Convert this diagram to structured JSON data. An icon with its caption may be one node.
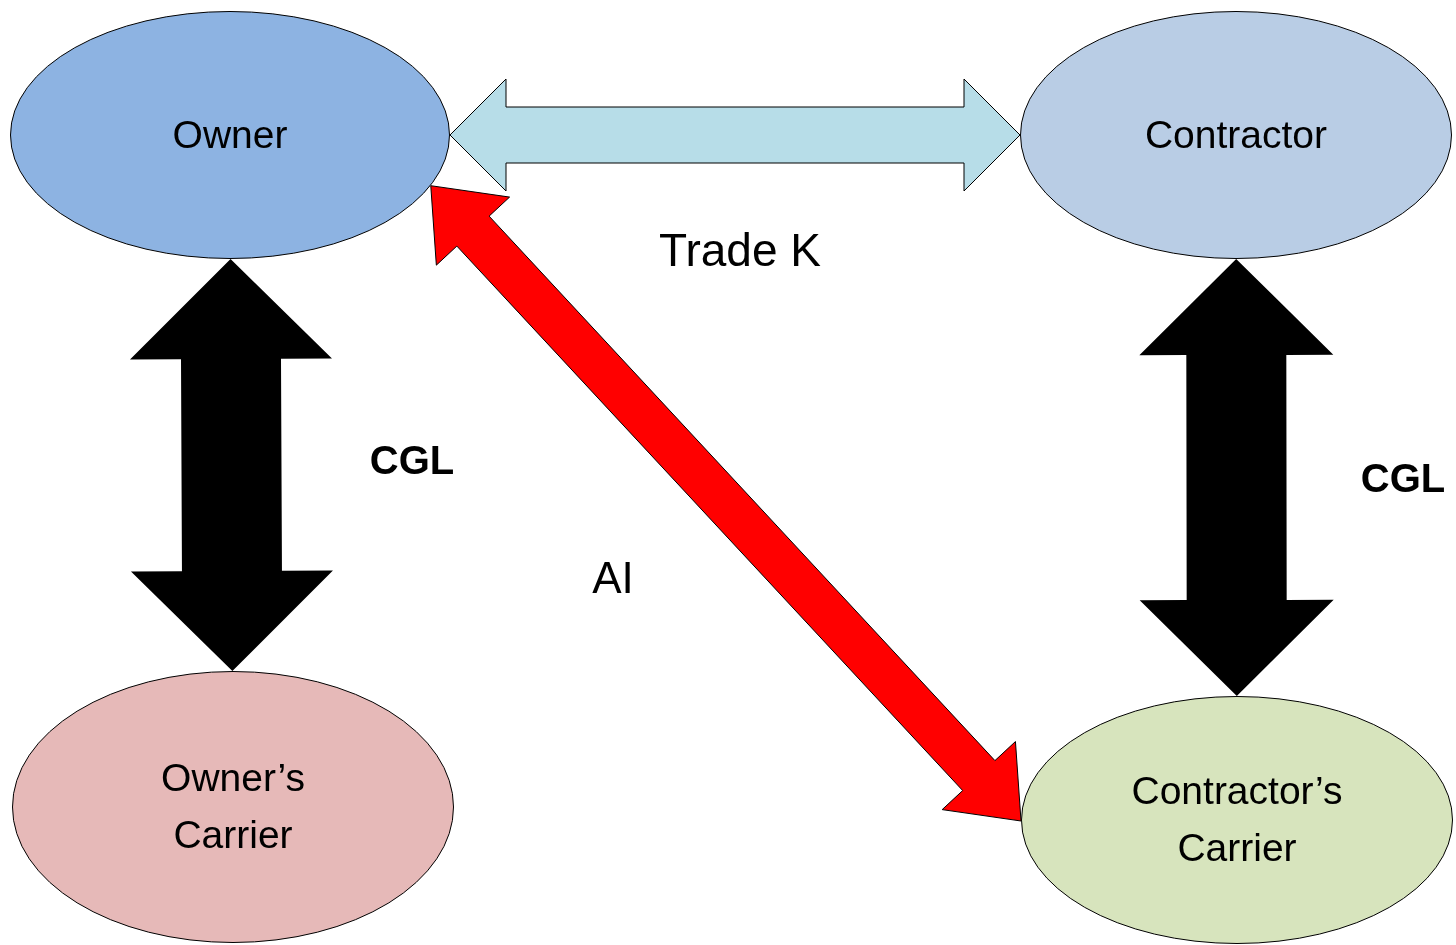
{
  "diagram": {
    "nodes": [
      {
        "text": [
          "Owner"
        ]
      },
      {
        "text": [
          "Contractor"
        ]
      },
      {
        "text": [
          "Owner’s Carrier"
        ]
      },
      {
        "text": [
          "Contractor’s Carrier"
        ]
      }
    ],
    "edges": [
      {
        "from": 0,
        "to": 1,
        "arrow": "both",
        "label": "Trade K",
        "style": "thick",
        "color": "#b7dde8"
      },
      {
        "from": 0,
        "to": 2,
        "arrow": "both",
        "label": "CGL",
        "style": "thick"
      },
      {
        "from": 1,
        "to": 3,
        "arrow": "both",
        "label": "CGL",
        "style": "thick"
      },
      {
        "from": 0,
        "to": 3,
        "arrow": "both",
        "label": "AI",
        "style": "thick",
        "color": "#ff0000"
      }
    ]
  }
}
